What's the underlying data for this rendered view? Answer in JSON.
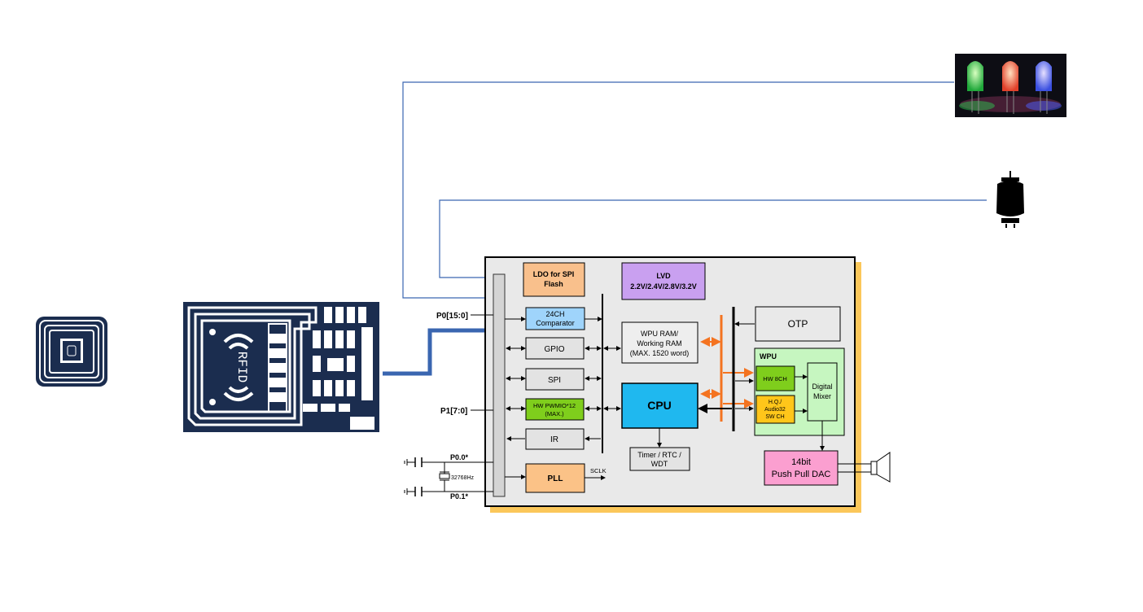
{
  "chip": {
    "ldo_label": [
      "LDO for SPI",
      "Flash"
    ],
    "lvd_label": [
      "LVD",
      "2.2V/2.4V/2.8V/3.2V"
    ],
    "comparator_label": [
      "24CH",
      "Comparator"
    ],
    "gpio_label": "GPIO",
    "spi_label": "SPI",
    "pwm_label": [
      "HW PWMIO*12",
      "(MAX.)"
    ],
    "ir_label": "IR",
    "pll_label": "PLL",
    "sclk_label": "SCLK",
    "ram_label": [
      "WPU RAM/",
      "Working RAM",
      "(MAX. 1520 word)"
    ],
    "cpu_label": "CPU",
    "timer_label": [
      "Timer / RTC /",
      "WDT"
    ],
    "otp_label": "OTP",
    "wpu_label": "WPU",
    "hw8ch_label": "HW 8CH",
    "audio32_label": [
      "H.Q./",
      "Audio32",
      "SW CH"
    ],
    "mixer_label": [
      "Digital",
      "Mixer"
    ],
    "dac_label": [
      "14bit",
      "Push Pull DAC"
    ]
  },
  "ports": {
    "p0": "P0[15:0]",
    "p1": "P1[7:0]",
    "p00": "P0.0*",
    "p01": "P0.1*",
    "crystal": "32768Hz"
  },
  "rfid_card": {
    "label": "RFID",
    "color": "#1b2d4f"
  },
  "colors": {
    "ldo": "#f9c08c",
    "lvd": "#c9a0f0",
    "comparator": "#9fd4fb",
    "pwm": "#7fce1c",
    "pll": "#fbc287",
    "cpu": "#1fb8ef",
    "wpu_bg": "#c6f6c0",
    "hw8ch": "#7fce1c",
    "audio32": "#ffc61a",
    "dac": "#fb9fd0",
    "bus_orange": "#f47320",
    "wire_blue": "#3a66b0",
    "chip_shadow": "#fbc75a"
  },
  "icons": [
    "nfc-tag-icon",
    "rfid-card-icon",
    "rgb-leds-icon",
    "motor-icon",
    "speaker-icon"
  ]
}
